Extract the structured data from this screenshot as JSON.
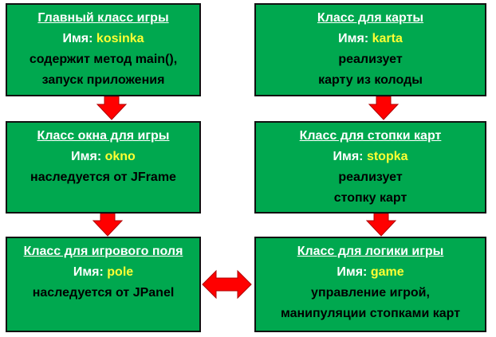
{
  "name_label": "Имя:",
  "colors": {
    "box_fill": "#00a84f",
    "title_text": "#ffffff",
    "name_value": "#ffff33",
    "arrow": "#ff0000"
  },
  "boxes": {
    "main": {
      "title": "Главный класс игры",
      "name": "kosinka",
      "lines": [
        "содержит метод main(),",
        "запуск приложения"
      ]
    },
    "card": {
      "title": "Класс для карты",
      "name": "karta",
      "lines": [
        "реализует",
        "карту из колоды"
      ]
    },
    "window": {
      "title": "Класс окна для игры",
      "name": "okno",
      "lines": [
        "наследуется от JFrame"
      ]
    },
    "pile": {
      "title": "Класс для стопки карт",
      "name": "stopka",
      "lines": [
        "реализует",
        "стопку карт"
      ]
    },
    "field": {
      "title": "Класс для игрового поля",
      "name": "pole",
      "lines": [
        "наследуется от JPanel"
      ]
    },
    "logic": {
      "title": "Класс для логики игры",
      "name": "game",
      "lines": [
        "управление игрой,",
        "манипуляции стопками карт"
      ]
    }
  }
}
